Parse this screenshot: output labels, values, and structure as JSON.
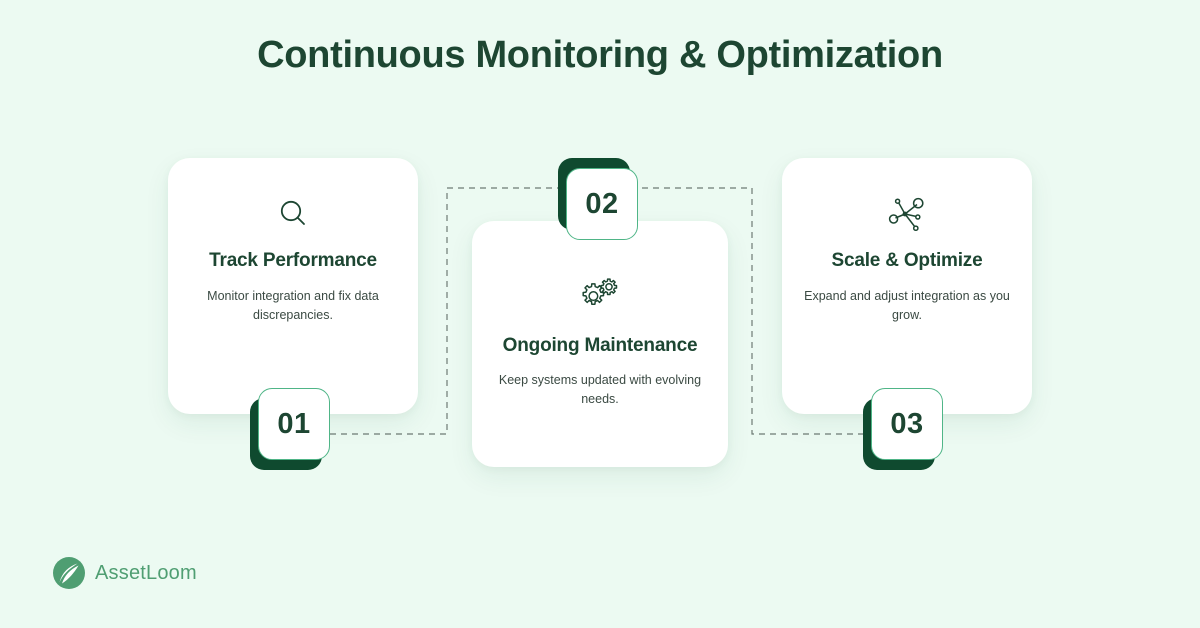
{
  "page": {
    "title": "Continuous Monitoring & Optimization",
    "background_color": "#ecfaf2",
    "heading_color": "#1d4632",
    "accent_green": "#0f4a2f",
    "border_green": "#4fb587",
    "card_background": "#ffffff"
  },
  "steps": [
    {
      "number": "01",
      "title": "Track Performance",
      "description": "Monitor integration and fix data discrepancies.",
      "icon": "magnifying-glass-icon"
    },
    {
      "number": "02",
      "title": "Ongoing Maintenance",
      "description": "Keep systems updated with evolving needs.",
      "icon": "gears-icon"
    },
    {
      "number": "03",
      "title": "Scale & Optimize",
      "description": "Expand and adjust integration as you grow.",
      "icon": "network-nodes-icon"
    }
  ],
  "brand": {
    "name": "AssetLoom",
    "mark": "leaf-circle-logo-icon",
    "mark_color": "#4f9e72",
    "text_color": "#4f9e72"
  }
}
